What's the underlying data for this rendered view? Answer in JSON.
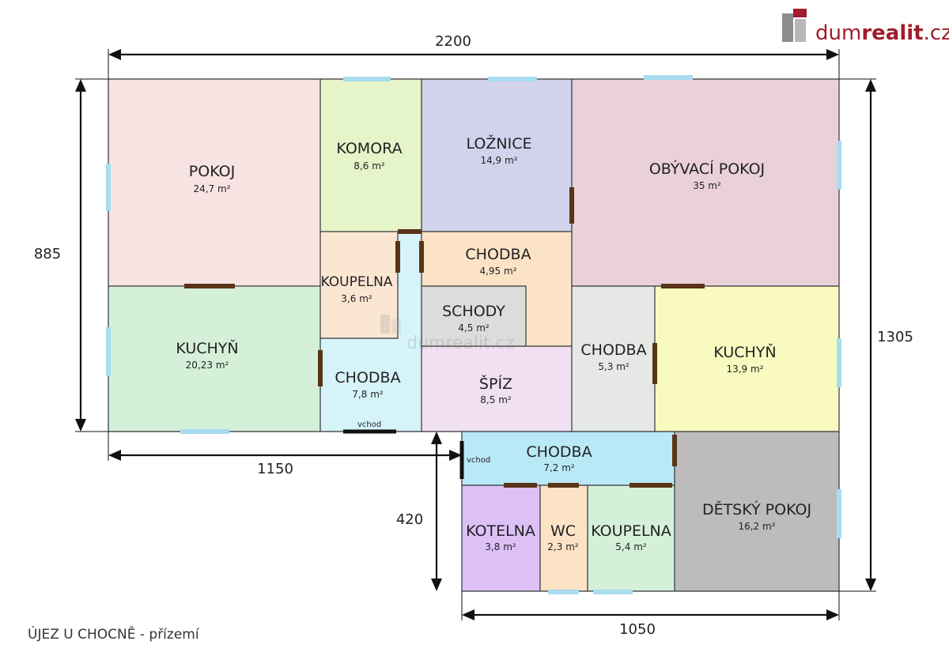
{
  "logo": {
    "text_prefix": "dum",
    "text_bold": "realit",
    "text_suffix": ".cz"
  },
  "watermark": "dumrealit.cz",
  "caption": "ÚJEZ U CHOCNĚ - přízemí",
  "dimensions": {
    "total_width": "2200",
    "left_height": "885",
    "right_height": "1305",
    "lower_left_width": "1150",
    "annex_height": "420",
    "annex_width": "1050"
  },
  "rooms": {
    "pokoj": {
      "name": "POKOJ",
      "area": "24,7 m²",
      "color": "#f8e3e3"
    },
    "komora": {
      "name": "KOMORA",
      "area": "8,6 m²",
      "color": "#e6f4c9"
    },
    "loznice": {
      "name": "LOŽNICE",
      "area": "14,9 m²",
      "color": "#d2d2ec"
    },
    "obyvaci": {
      "name": "OBÝVACÍ POKOJ",
      "area": "35 m²",
      "color": "#e9d0da"
    },
    "koupelna1": {
      "name": "KOUPELNA",
      "area": "3,6 m²",
      "color": "#fbe6d2"
    },
    "chodba1": {
      "name": "CHODBA",
      "area": "4,95 m²",
      "color": "#fde3c6"
    },
    "schody": {
      "name": "SCHODY",
      "area": "4,5 m²",
      "color": "#dcdcdc"
    },
    "kuchyn1": {
      "name": "KUCHYŇ",
      "area": "20,23 m²",
      "color": "#d5f0d9"
    },
    "chodba2": {
      "name": "CHODBA",
      "area": "7,8 m²",
      "color": "#d5f3f9"
    },
    "spiz": {
      "name": "ŠPÍZ",
      "area": "8,5 m²",
      "color": "#f0e0f2"
    },
    "chodba3": {
      "name": "CHODBA",
      "area": "5,3 m²",
      "color": "#e5e8e5"
    },
    "kuchyn2": {
      "name": "KUCHYŇ",
      "area": "13,9 m²",
      "color": "#f8fac0"
    },
    "chodba4": {
      "name": "CHODBA",
      "area": "7,2 m²",
      "color": "#b9e9f6"
    },
    "detsky": {
      "name": "DĚTSKÝ POKOJ",
      "area": "16,2 m²",
      "color": "#bcbcbc"
    },
    "kotelna": {
      "name": "KOTELNA",
      "area": "3,8 m²",
      "color": "#dcc0f6"
    },
    "wc": {
      "name": "WC",
      "area": "2,3 m²",
      "color": "#fde3c6"
    },
    "koupelna2": {
      "name": "KOUPELNA",
      "area": "5,4 m²",
      "color": "#d5f0d9"
    }
  },
  "entrances": {
    "vchod1": "vchod",
    "vchod2": "vchod"
  }
}
